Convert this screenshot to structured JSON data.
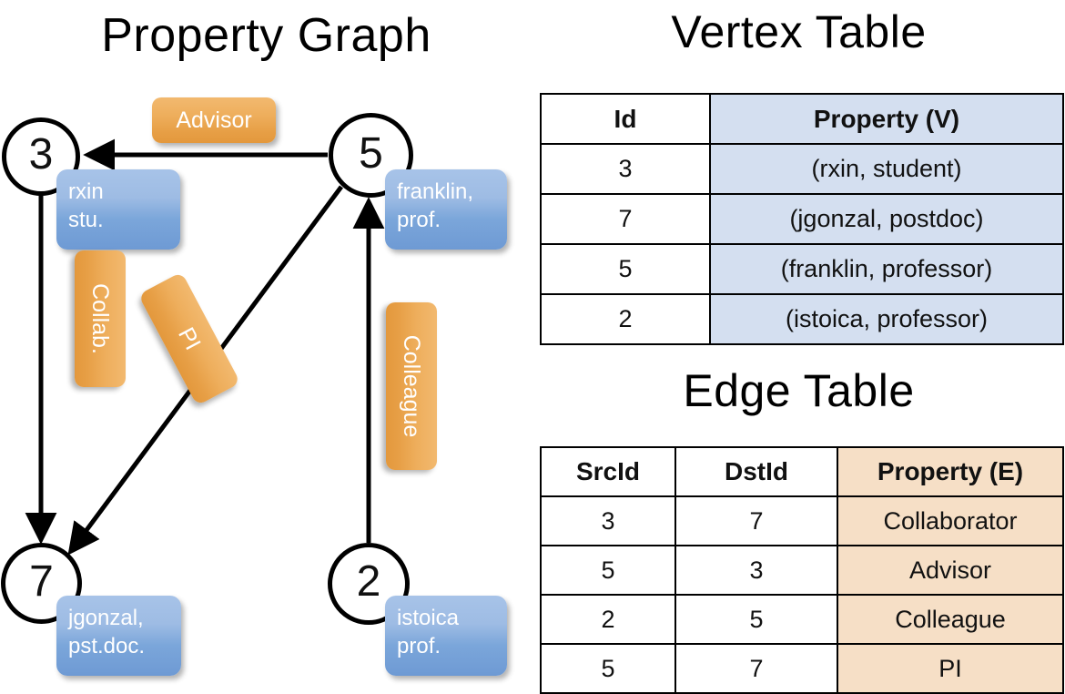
{
  "panels": {
    "graph_title": "Property Graph",
    "vertex_title": "Vertex Table",
    "edge_title": "Edge Table"
  },
  "graph": {
    "nodes": [
      {
        "id": "3",
        "property_lines": [
          "rxin",
          "stu."
        ]
      },
      {
        "id": "5",
        "property_lines": [
          "franklin,",
          "prof."
        ]
      },
      {
        "id": "7",
        "property_lines": [
          "jgonzal,",
          "pst.doc."
        ]
      },
      {
        "id": "2",
        "property_lines": [
          "istoica",
          "prof."
        ]
      }
    ],
    "edge_labels": {
      "advisor": "Advisor",
      "collab": "Collab.",
      "pi": "PI",
      "colleague": "Colleague"
    }
  },
  "vertex_table": {
    "headers": [
      "Id",
      "Property (V)"
    ],
    "rows": [
      {
        "id": "3",
        "property": "(rxin, student)"
      },
      {
        "id": "7",
        "property": "(jgonzal, postdoc)"
      },
      {
        "id": "5",
        "property": "(franklin, professor)"
      },
      {
        "id": "2",
        "property": "(istoica, professor)"
      }
    ]
  },
  "edge_table": {
    "headers": [
      "SrcId",
      "DstId",
      "Property (E)"
    ],
    "rows": [
      {
        "src": "3",
        "dst": "7",
        "property": "Collaborator"
      },
      {
        "src": "5",
        "dst": "3",
        "property": "Advisor"
      },
      {
        "src": "2",
        "dst": "5",
        "property": "Colleague"
      },
      {
        "src": "5",
        "dst": "7",
        "property": "PI"
      }
    ]
  },
  "colors": {
    "vertex_box": "#8fb1e0",
    "edge_box": "#eaa css",
    "vertex_table_fill": "#d4dff0",
    "edge_table_fill": "#f6dfc6",
    "stroke": "#000000"
  }
}
